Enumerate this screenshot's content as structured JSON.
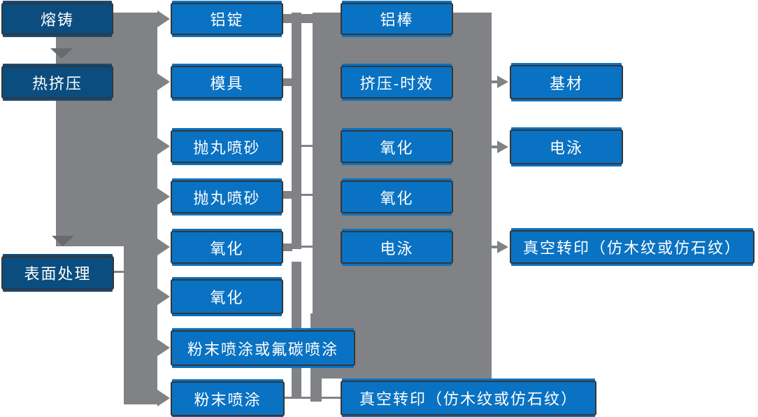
{
  "palette": {
    "stage_box_fill": "#0b4d7e",
    "process_box_fill": "#0a72c2",
    "box_border": "#353638",
    "connector_gray": "#808285",
    "down_arrow_gray": "#696a6d",
    "text_color": "#ffffff",
    "background": "#ffffff"
  },
  "nodes": [
    {
      "id": "melting-casting",
      "label": "熔铸"
    },
    {
      "id": "hot-extrusion",
      "label": "热挤压"
    },
    {
      "id": "surface-treatment",
      "label": "表面处理"
    },
    {
      "id": "aluminum-ingot",
      "label": "铝锭"
    },
    {
      "id": "mold",
      "label": "模具"
    },
    {
      "id": "shot-blasting-1",
      "label": "抛丸喷砂"
    },
    {
      "id": "shot-blasting-2",
      "label": "抛丸喷砂"
    },
    {
      "id": "oxidation-1",
      "label": "氧化"
    },
    {
      "id": "oxidation-2",
      "label": "氧化"
    },
    {
      "id": "powder-or-fluorocarbon-coating",
      "label": "粉末喷涂或氟碳喷涂"
    },
    {
      "id": "powder-coating",
      "label": "粉末喷涂"
    },
    {
      "id": "aluminum-rod",
      "label": "铝棒"
    },
    {
      "id": "extrusion-aging",
      "label": "挤压-时效"
    },
    {
      "id": "oxidation-3",
      "label": "氧化"
    },
    {
      "id": "oxidation-4",
      "label": "氧化"
    },
    {
      "id": "electrophoresis-1",
      "label": "电泳"
    },
    {
      "id": "vacuum-transfer-bottom",
      "label": "真空转印（仿木纹或仿石纹）"
    },
    {
      "id": "base-material",
      "label": "基材"
    },
    {
      "id": "electrophoresis-2",
      "label": "电泳"
    },
    {
      "id": "vacuum-transfer-right",
      "label": "真空转印（仿木纹或仿石纹）"
    }
  ],
  "arrows": {
    "down_stage_flow": [
      "熔铸 → 热挤压",
      "热挤压 → 表面处理"
    ],
    "left_rail_targets": [
      "铝锭",
      "模具",
      "抛丸喷砂",
      "抛丸喷砂",
      "氧化",
      "氧化",
      "粉末喷涂或氟碳喷涂",
      "粉末喷涂"
    ],
    "center_block_targets": [
      "基材",
      "电泳",
      "真空转印（仿木纹或仿石纹）"
    ]
  }
}
